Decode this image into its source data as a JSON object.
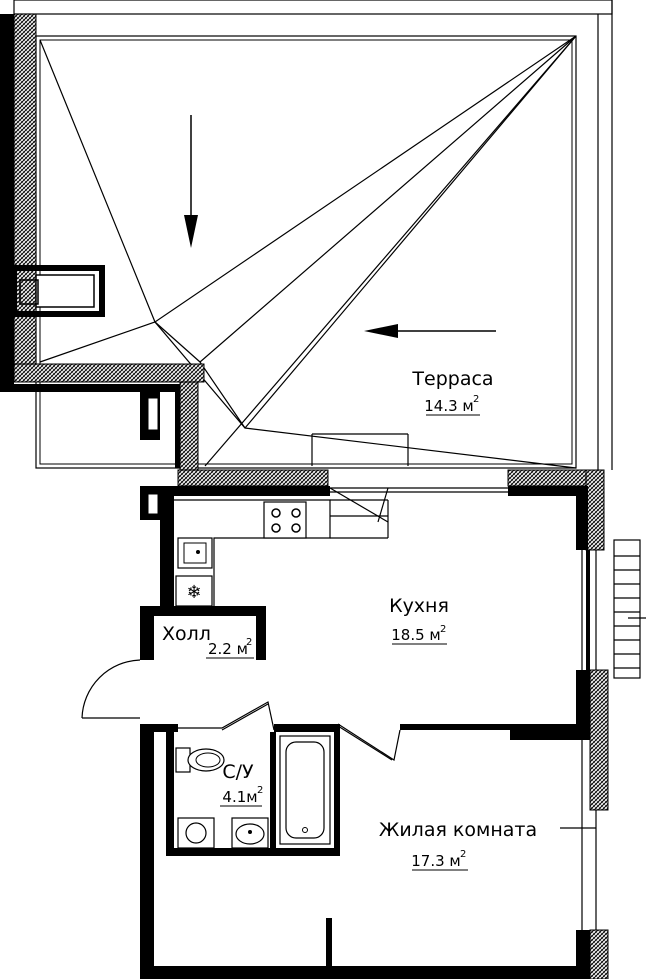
{
  "rooms": {
    "terrace": {
      "name": "Терраса",
      "area": "14.3 м",
      "sup": "2"
    },
    "kitchen": {
      "name": "Кухня",
      "area": "18.5 м",
      "sup": "2"
    },
    "hall": {
      "name": "Холл",
      "area": "2.2 м",
      "sup": "2"
    },
    "bathroom": {
      "name": "С/У",
      "area": "4.1м",
      "sup": "2"
    },
    "living": {
      "name": "Жилая комната",
      "area": "17.3 м",
      "sup": "2"
    }
  },
  "colors": {
    "wall": "#000000",
    "hatch": "#000000",
    "background": "#ffffff"
  }
}
